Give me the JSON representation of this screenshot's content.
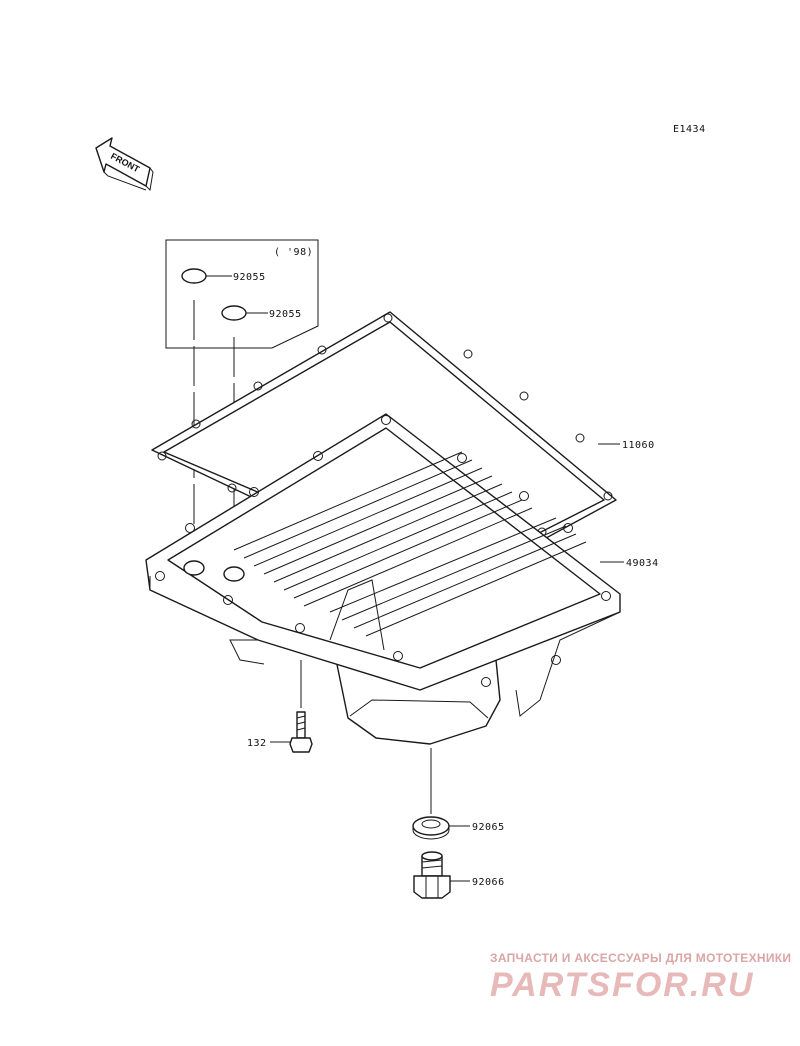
{
  "diagram_code": "E1434",
  "year_note": "( '98)",
  "front_label": "FRONT",
  "parts": [
    {
      "id": "oring-1",
      "number": "92055"
    },
    {
      "id": "oring-2",
      "number": "92055"
    },
    {
      "id": "gasket",
      "number": "11060"
    },
    {
      "id": "oil-pan",
      "number": "49034"
    },
    {
      "id": "bolt",
      "number": "132"
    },
    {
      "id": "washer",
      "number": "92065"
    },
    {
      "id": "drain-plug",
      "number": "92066"
    }
  ],
  "watermark": {
    "tagline": "ЗАПЧАСТИ И АКСЕССУАРЫ ДЛЯ МОТОТЕХНИКИ",
    "logo": "PARTSFOR.RU"
  }
}
